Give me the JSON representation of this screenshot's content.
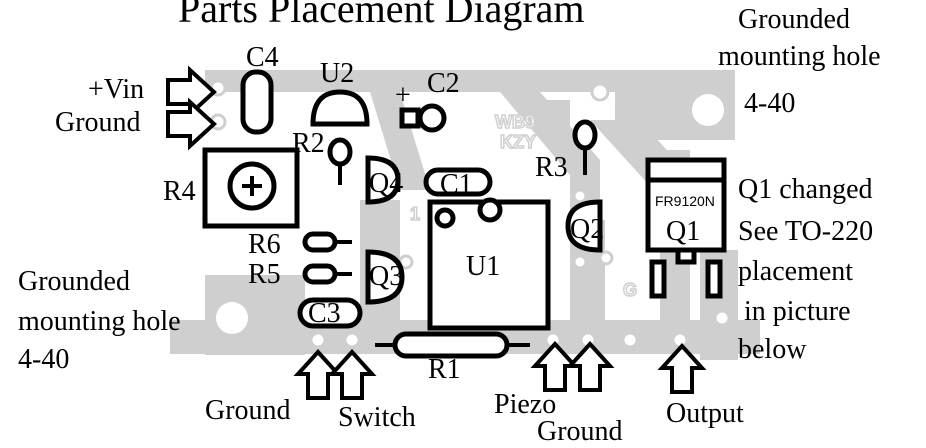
{
  "title": "Parts Placement Diagram",
  "labels": {
    "vin": "+Vin",
    "ground_top": "Ground",
    "c4": "C4",
    "u2": "U2",
    "c2": "C2",
    "plus": "+",
    "r2": "R2",
    "r3": "R3",
    "r4": "R4",
    "q4": "Q4",
    "c1": "C1",
    "q2": "Q2",
    "r6": "R6",
    "r5": "R5",
    "q3": "Q3",
    "u1": "U1",
    "c3": "C3",
    "r1": "R1",
    "q1": "Q1",
    "q1_part": "FR9120N",
    "wb9": "WB9",
    "kzy": "KZY",
    "pcb_g": "G",
    "pcb_1": "1"
  },
  "notes": {
    "hole_tr_1": "Grounded",
    "hole_tr_2": "mounting hole",
    "hole_tr_3": "4-40",
    "hole_l_1": "Grounded",
    "hole_l_2": "mounting hole",
    "hole_l_3": "4-40",
    "q1_1": "Q1 changed",
    "q1_2": "See TO-220",
    "q1_3": "placement",
    "q1_4": "in  picture",
    "q1_5": "below"
  },
  "bottom": {
    "ground1": "Ground",
    "switch": "Switch",
    "piezo": "Piezo",
    "ground2": "Ground",
    "output": "Output"
  }
}
